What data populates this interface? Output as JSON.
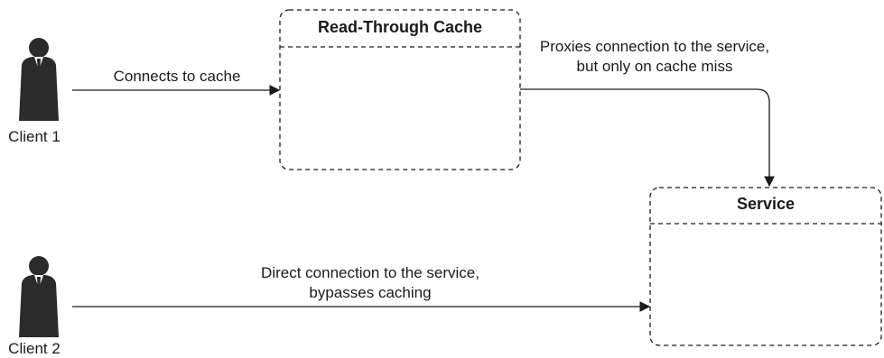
{
  "nodes": {
    "client1": {
      "label": "Client 1"
    },
    "client2": {
      "label": "Client 2"
    },
    "cache": {
      "title": "Read-Through Cache"
    },
    "service": {
      "title": "Service"
    }
  },
  "edges": {
    "client1_to_cache": {
      "label": "Connects to cache"
    },
    "cache_to_service": {
      "line1": "Proxies connection to the service,",
      "line2": "but only on cache miss"
    },
    "client2_to_service": {
      "line1": "Direct connection to the service,",
      "line2": "bypasses caching"
    }
  },
  "colors": {
    "line": "#1a1a1a",
    "figure": "#2b2b2b",
    "background": "#ffffff"
  }
}
